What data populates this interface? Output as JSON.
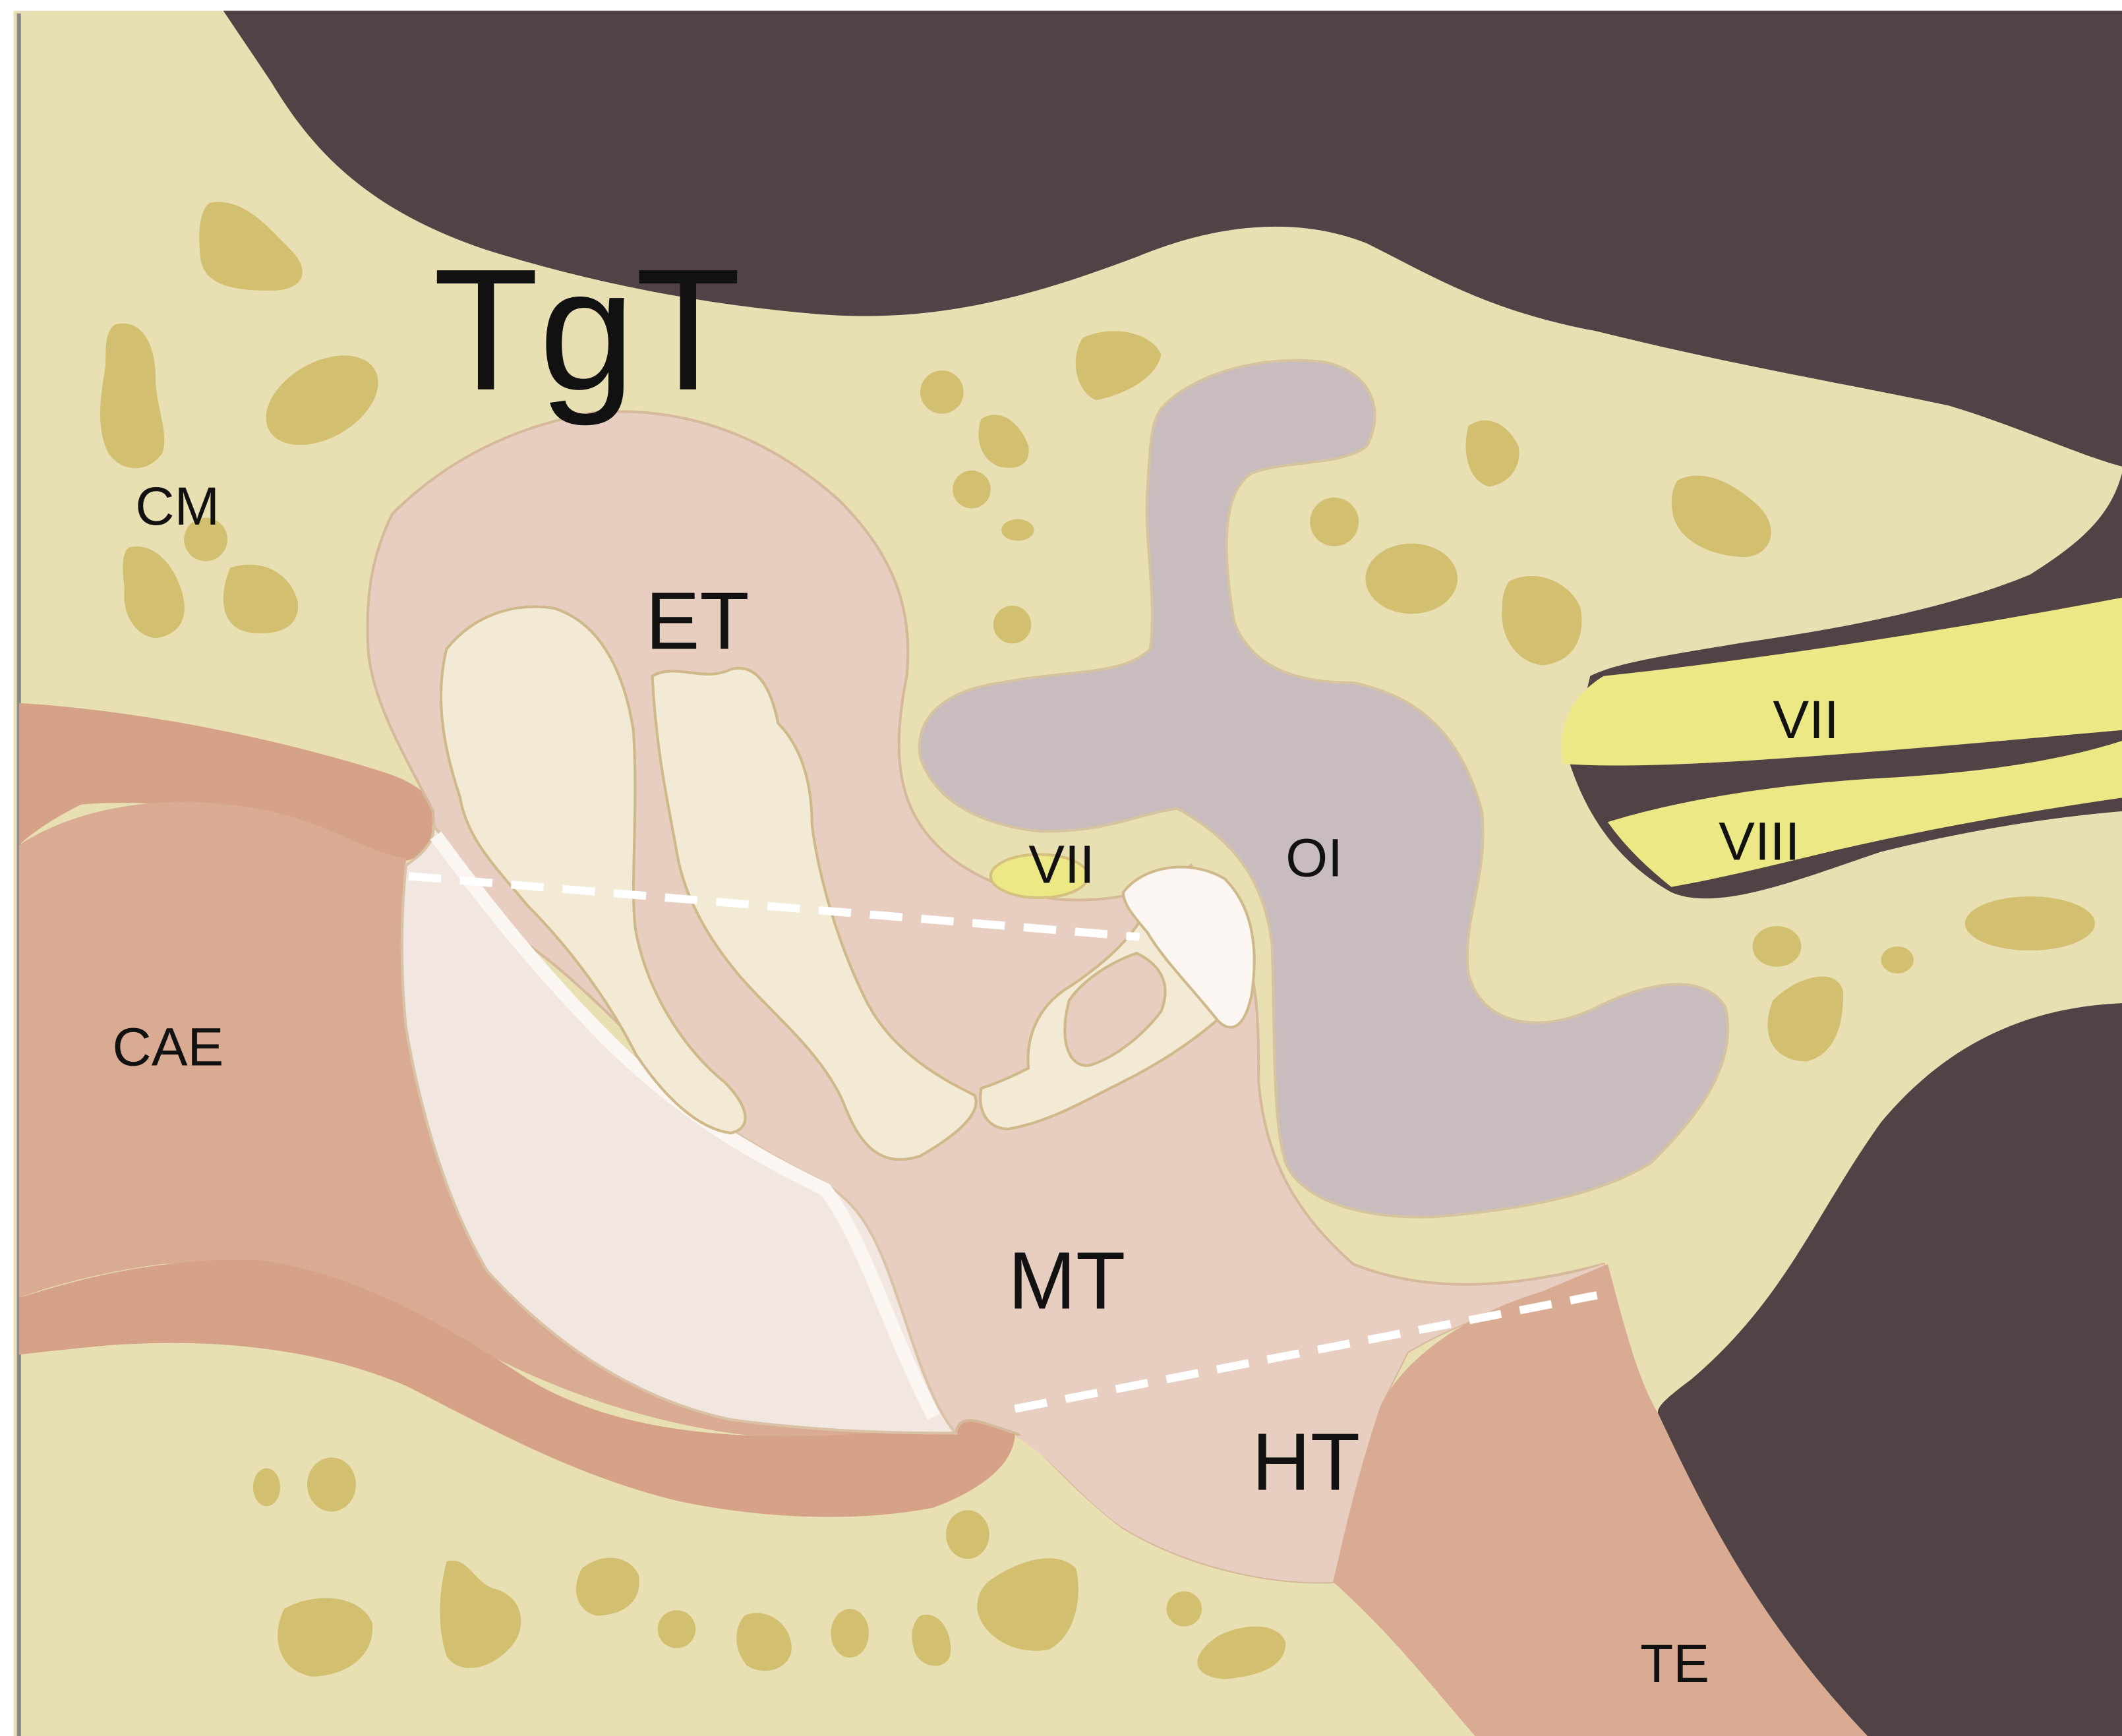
{
  "labels": {
    "tgt": "TgT",
    "cm": "CM",
    "et": "ET",
    "vii_canal": "VII",
    "oi": "OI",
    "vii_nerve": "VII",
    "viii_nerve": "VIII",
    "cae": "CAE",
    "mt": "MT",
    "ht": "HT",
    "te": "TE"
  },
  "colors": {
    "bone": "#e8dfb2",
    "air_cells": "#d2bf6f",
    "dark_background": "#514345",
    "canal_skin": "#d9ab92",
    "canal_wall": "#d6a287",
    "tympanic_cavity": "#e7cec0",
    "ossicles": "#f2ead4",
    "membrane": "#f1e7e0",
    "inner_ear": "#c8bcbe",
    "nerves": "#ede886",
    "dashed_line": "#ffffff",
    "outline": "#c9a77c"
  }
}
